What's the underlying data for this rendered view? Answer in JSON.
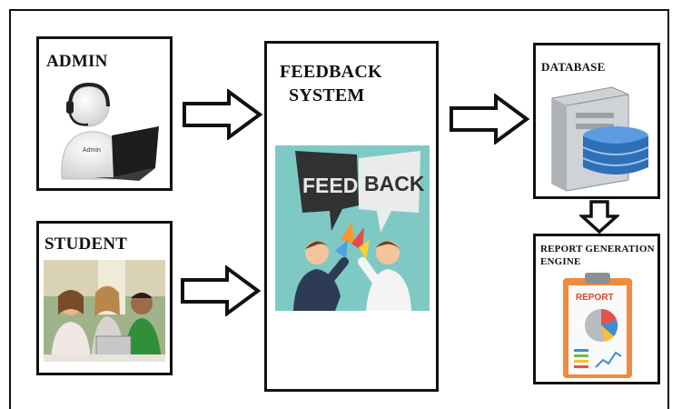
{
  "admin": {
    "title": "ADMIN",
    "badge": "Admin"
  },
  "student": {
    "title": "STUDENT"
  },
  "feedback_system": {
    "title_line1": "FEEDBACK",
    "title_line2": "SYSTEM",
    "word_left": "FEED",
    "word_right": "BACK"
  },
  "database": {
    "title": "DATABASE"
  },
  "report_engine": {
    "title_line1": "REPORT GENERATION",
    "title_line2": "ENGINE",
    "clipboard_title": "REPORT"
  },
  "colors": {
    "border": "#111111",
    "feedback_bg": "#7fc9c4",
    "bubble_dark": "#2f3133",
    "bubble_light": "#e9ece9",
    "db_blue": "#2f6fb6",
    "clipboard_orange": "#f08a3c"
  }
}
